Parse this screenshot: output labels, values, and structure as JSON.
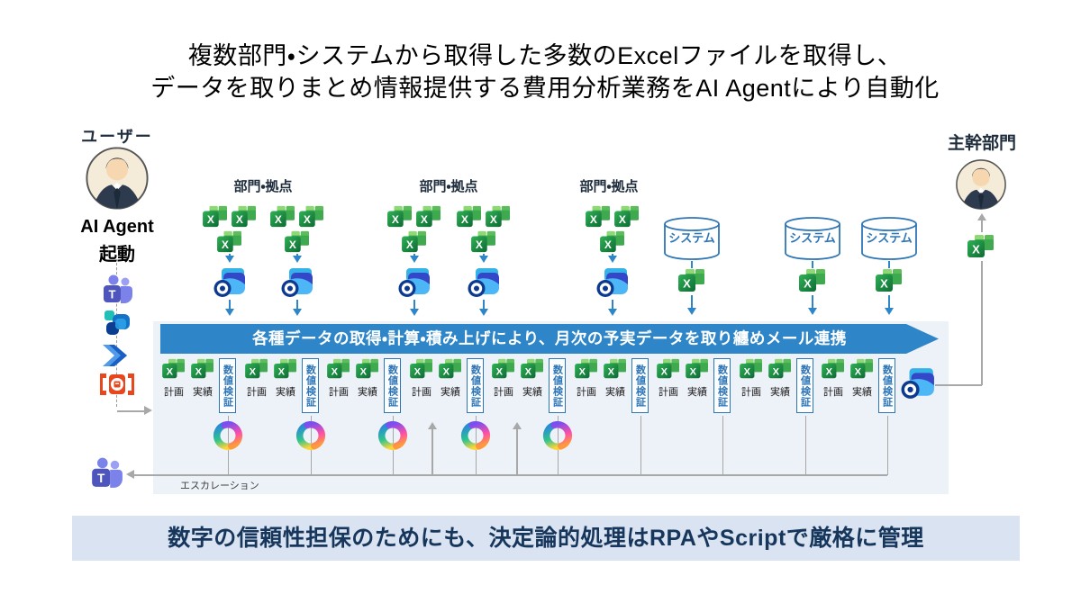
{
  "title": {
    "line1": "複数部門・システムから取得した多数のExcelファイルを取得し、",
    "line2": "データを取りまとめ情報提供する費用分析業務をAI Agentにより自動化"
  },
  "actors": {
    "user_label": "ユーザー",
    "agent_line1": "AI Agent",
    "agent_line2": "起動",
    "owner_label": "主幹部門"
  },
  "sources": {
    "group1": "部門・拠点",
    "group2": "部門・拠点",
    "group3": "部門・拠点",
    "system1": "システム",
    "system2": "システム",
    "system3": "システム"
  },
  "banner": {
    "text": "各種データの取得・計算・積み上げにより、月次の予実データを取り纏めメール連携"
  },
  "process": {
    "units": [
      {
        "plan": "計画",
        "actual": "実績",
        "check": "数値検証"
      },
      {
        "plan": "計画",
        "actual": "実績",
        "check": "数値検証"
      },
      {
        "plan": "計画",
        "actual": "実績",
        "check": "数値検証"
      },
      {
        "plan": "計画",
        "actual": "実績",
        "check": "数値検証"
      },
      {
        "plan": "計画",
        "actual": "実績",
        "check": "数値検証"
      },
      {
        "plan": "計画",
        "actual": "実績",
        "check": "数値検証"
      },
      {
        "plan": "計画",
        "actual": "実績",
        "check": "数値検証"
      },
      {
        "plan": "計画",
        "actual": "実績",
        "check": "数値検証"
      },
      {
        "plan": "計画",
        "actual": "実績",
        "check": "数値検証"
      }
    ],
    "escalation_label": "エスカレーション"
  },
  "footer": {
    "text": "数字の信頼性担保のためにも、決定論的処理はRPAやScriptで厳格に管理"
  },
  "colors": {
    "banner_blue": "#2E86C8",
    "panel_bg": "#EDF1F8",
    "footer_bg": "#D9E3F1",
    "footer_text": "#17365C",
    "accent_blue": "#2E75B6",
    "line_gray": "#A8A8A8"
  }
}
